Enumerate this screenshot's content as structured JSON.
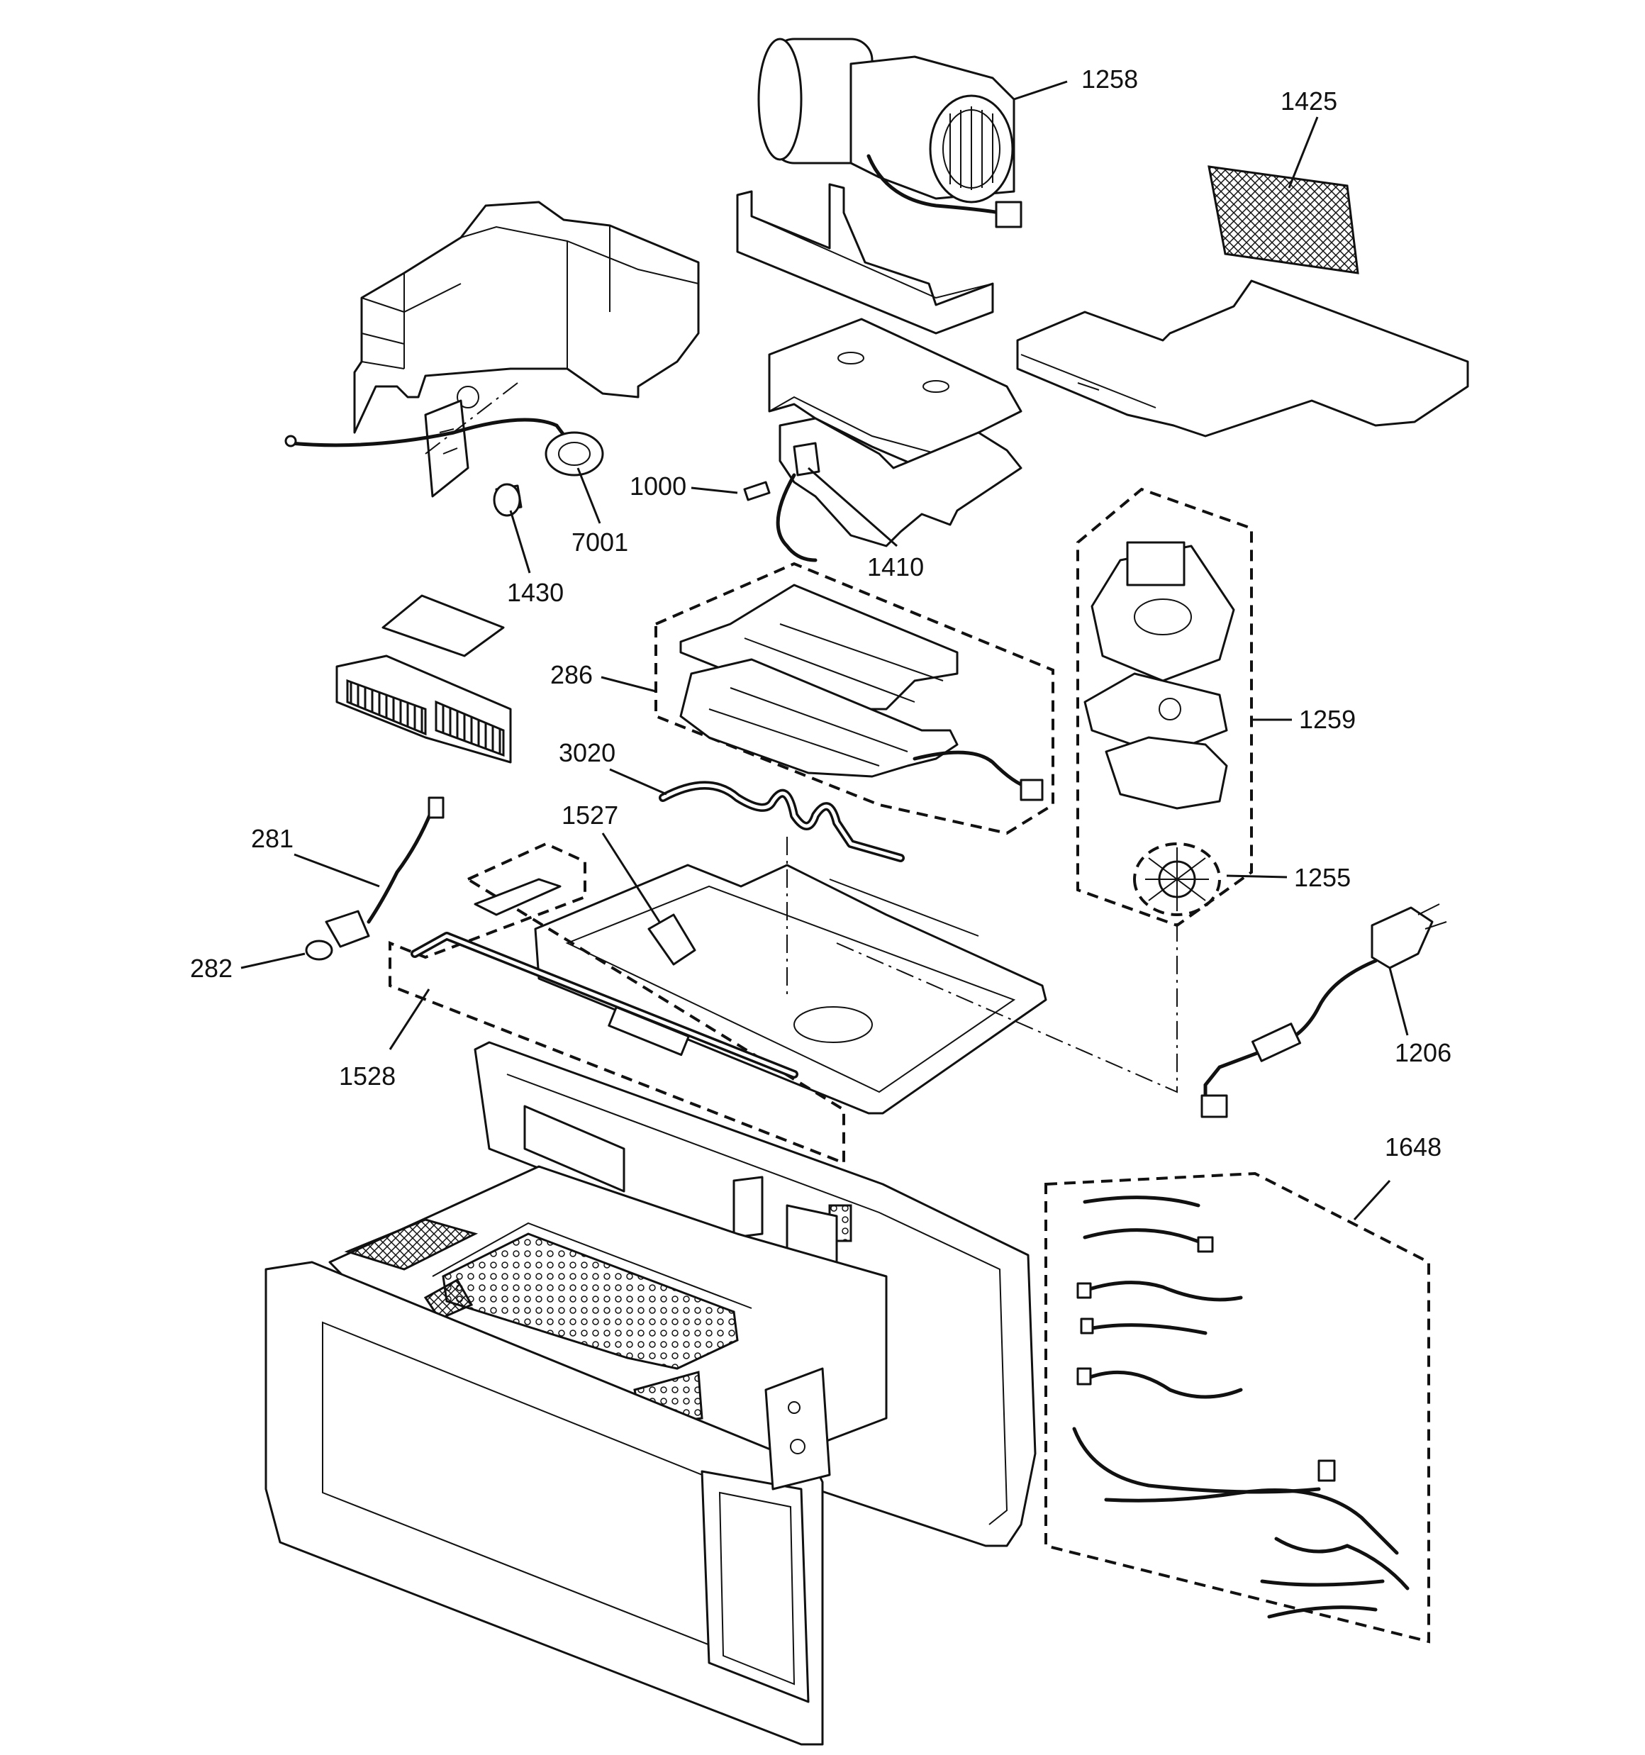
{
  "diagram": {
    "callouts": [
      {
        "id": "c1258",
        "text": "1258"
      },
      {
        "id": "c1425",
        "text": "1425"
      },
      {
        "id": "c1000",
        "text": "1000"
      },
      {
        "id": "c7001",
        "text": "7001"
      },
      {
        "id": "c1410",
        "text": "1410"
      },
      {
        "id": "c1430",
        "text": "1430"
      },
      {
        "id": "c286",
        "text": "286"
      },
      {
        "id": "c1259",
        "text": "1259"
      },
      {
        "id": "c3020",
        "text": "3020"
      },
      {
        "id": "c1527",
        "text": "1527"
      },
      {
        "id": "c281",
        "text": "281"
      },
      {
        "id": "c1255",
        "text": "1255"
      },
      {
        "id": "c282",
        "text": "282"
      },
      {
        "id": "c1206",
        "text": "1206"
      },
      {
        "id": "c1528",
        "text": "1528"
      },
      {
        "id": "c1648",
        "text": "1648"
      }
    ]
  }
}
